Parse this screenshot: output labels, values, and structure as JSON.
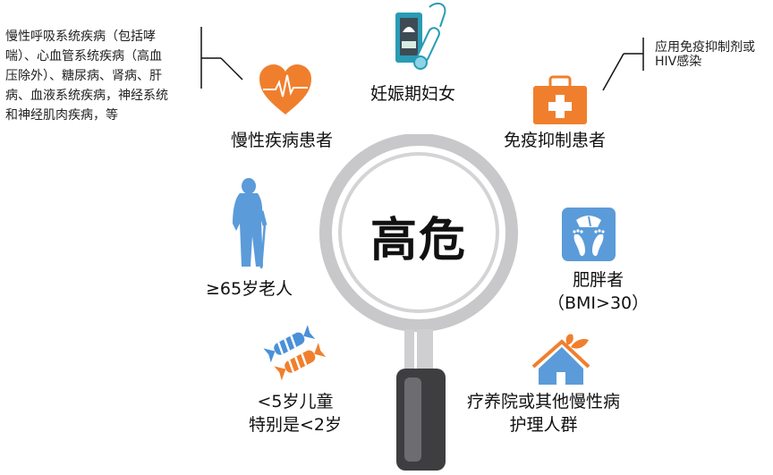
{
  "center": {
    "title": "高危"
  },
  "groups": [
    {
      "id": "chronic",
      "label": "慢性疾病患者",
      "icon": "heart-ecg-icon",
      "color": "#f07f2d",
      "note_lines": [
        "慢性呼吸系统疾病（包括哮",
        "喘）、心血管系统疾病（高血",
        "压除外）、糖尿病、肾病、肝",
        "病、血液系统疾病，神经系统",
        "和神经肌肉疾病，等"
      ]
    },
    {
      "id": "pregnant",
      "label": "妊娠期妇女",
      "icon": "ultrasound-icon",
      "color": "#2a9bb5"
    },
    {
      "id": "immuno",
      "label": "免疫抑制患者",
      "icon": "medical-kit-icon",
      "color": "#f07f2d",
      "note_lines": [
        "应用免疫抑制剂或",
        "HIV感染"
      ]
    },
    {
      "id": "elderly",
      "label": "≥65岁老人",
      "icon": "elderly-cane-icon",
      "color": "#5b9bd9"
    },
    {
      "id": "obese",
      "label_lines": [
        "肥胖者",
        "（BMI>30）"
      ],
      "icon": "scale-icon",
      "color": "#5b9bd9"
    },
    {
      "id": "children",
      "label_lines": [
        "<5岁儿童",
        "特别是<2岁"
      ],
      "icon": "candy-icon",
      "colors": [
        "#4a90d9",
        "#f07f2d"
      ]
    },
    {
      "id": "nursing",
      "label_lines": [
        "疗养院或其他慢性病",
        "护理人群"
      ],
      "icon": "house-leaf-icon",
      "colors": [
        "#5b9bd9",
        "#f07f2d"
      ]
    }
  ],
  "colors": {
    "magnifier_ring": "#c8c8ca",
    "magnifier_handle": "#3e3d40",
    "handle_highlight": "#6d6c70"
  }
}
